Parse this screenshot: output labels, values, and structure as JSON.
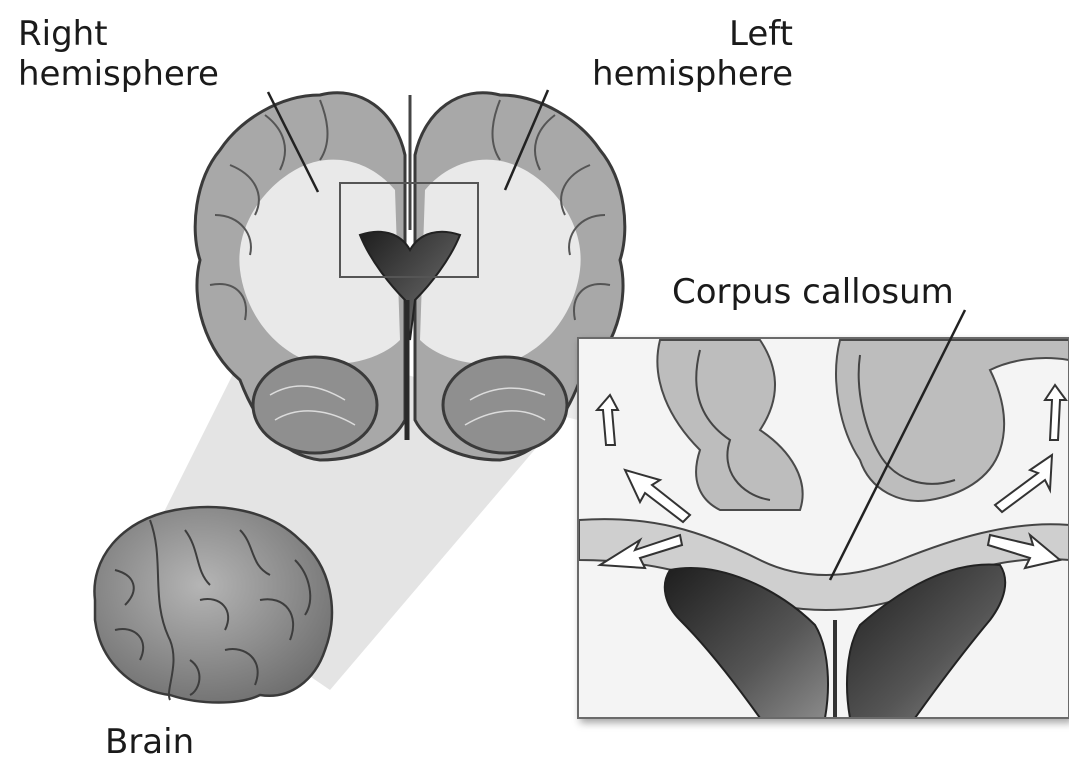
{
  "labels": {
    "right_hemisphere": [
      "Right",
      "hemisphere"
    ],
    "left_hemisphere": [
      "Left",
      "hemisphere"
    ],
    "corpus_callosum": "Corpus callosum",
    "brain": "Brain"
  },
  "colors": {
    "gray_matter": "#a8a8a8",
    "white_matter": "#e9e9e9",
    "outline": "#3a3a3a",
    "projection": "#e4e4e4",
    "ventricle": "#2e2e2e",
    "text": "#1a1a1a"
  }
}
